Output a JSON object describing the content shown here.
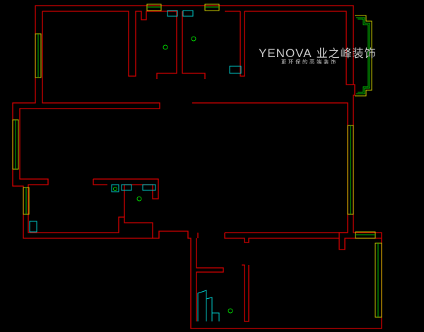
{
  "brand": {
    "name_en": "YENOVA",
    "name_cn": "业之峰装饰",
    "slogan": "更环保的高端装饰"
  },
  "colors": {
    "background": "#000000",
    "wall": "#d40000",
    "window": "#c8c800",
    "fixture": "#00c8c8",
    "light": "#00d000"
  }
}
